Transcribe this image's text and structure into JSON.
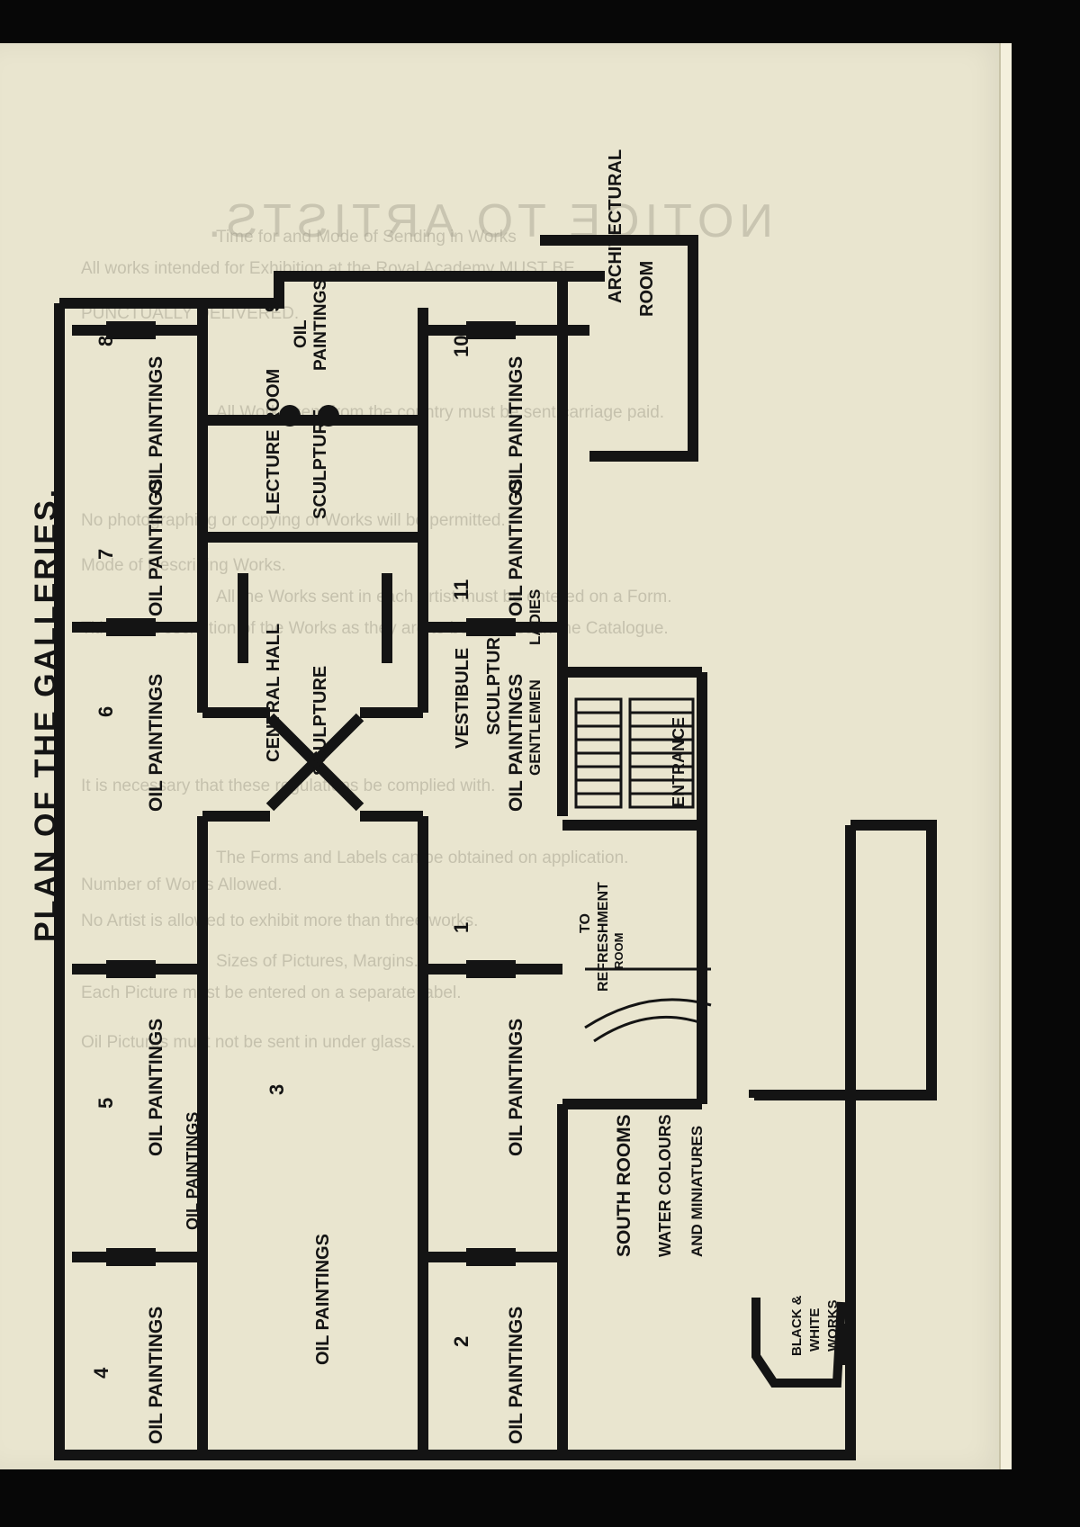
{
  "title": "PLAN OF THE GALLERIES.",
  "background_heading": "NOTICE TO ARTISTS.",
  "background_lines": [
    "Time for and Mode of Sending in Works",
    "All works intended for Exhibition at the Royal Academy MUST BE",
    "PUNCTUALLY DELIVERED.",
    "All Works sent from the country must be sent carriage paid.",
    "No photographing or copying of Works will be permitted.",
    "Mode of Describing Works.",
    "All the Works sent in each Artist must be entered on a Form.",
    "Title and Description of the Works as they are to be inserted in the Catalogue.",
    "It is necessary that these regulations be complied with.",
    "The Forms and Labels can be obtained on application.",
    "Number of Works Allowed.",
    "No Artist is allowed to exhibit more than three works.",
    "Sizes of Pictures, Margins.",
    "Each Picture must be entered on a separate label.",
    "Oil Pictures must not be sent in under glass."
  ],
  "rooms": {
    "oil_paintings": "OIL PAINTINGS",
    "oil": "OIL",
    "paintings": "PAINTINGS",
    "central_hall": "CENTRAL HALL",
    "sculpture": "SCULPTURE",
    "lecture_room": "LECTURE ROOM",
    "vestibule": "VESTIBULE",
    "ladies": "LADIES",
    "gentlemen": "GENTLEMEN",
    "entrance": "ENTRANCE",
    "to_refreshment_room": [
      "TO",
      "REFRESHMENT",
      "ROOM"
    ],
    "architectural_room": [
      "ARCHITECTURAL",
      "ROOM"
    ],
    "south_rooms": "SOUTH ROOMS",
    "water_colours": "WATER COLOURS",
    "and_miniatures": "AND MINIATURES",
    "black_white": [
      "BLACK &",
      "WHITE",
      "WORKS"
    ]
  },
  "room_numbers": [
    "1",
    "2",
    "3",
    "4",
    "5",
    "6",
    "7",
    "9",
    "10",
    "11"
  ],
  "colors": {
    "paper": "#e9e5cf",
    "ink": "#141414",
    "surround": "#070707"
  }
}
